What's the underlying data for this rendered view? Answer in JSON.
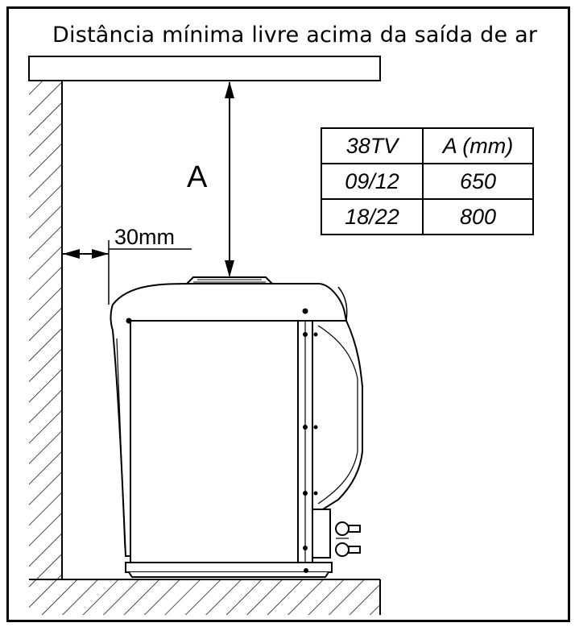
{
  "title": "Distância mínima livre acima da saída de ar",
  "dimensions": {
    "side_clearance": "30mm",
    "top_clearance_label": "A"
  },
  "table": {
    "headers": [
      "38TV",
      "A (mm)"
    ],
    "rows": [
      [
        "09/12",
        "650"
      ],
      [
        "18/22",
        "800"
      ]
    ]
  }
}
